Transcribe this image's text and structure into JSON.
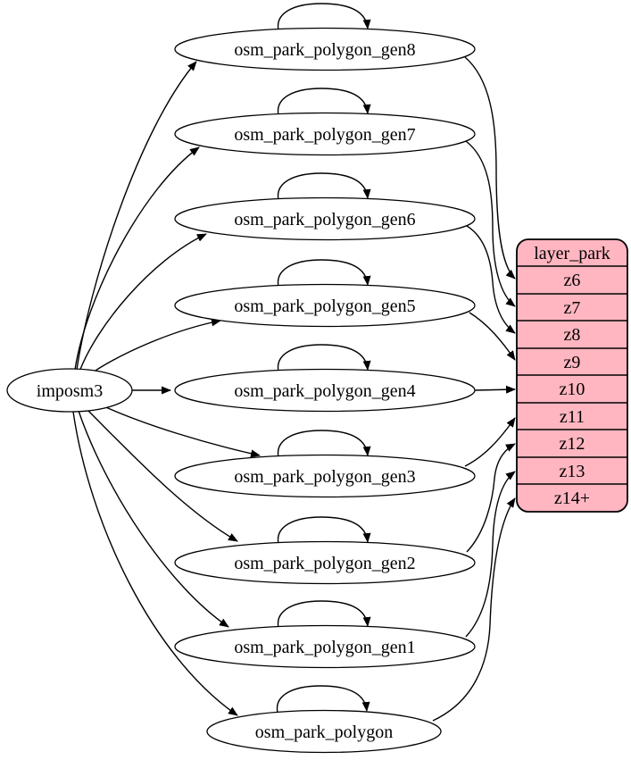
{
  "source": {
    "label": "imposm3"
  },
  "tables": [
    {
      "label": "osm_park_polygon_gen8"
    },
    {
      "label": "osm_park_polygon_gen7"
    },
    {
      "label": "osm_park_polygon_gen6"
    },
    {
      "label": "osm_park_polygon_gen5"
    },
    {
      "label": "osm_park_polygon_gen4"
    },
    {
      "label": "osm_park_polygon_gen3"
    },
    {
      "label": "osm_park_polygon_gen2"
    },
    {
      "label": "osm_park_polygon_gen1"
    },
    {
      "label": "osm_park_polygon"
    }
  ],
  "layer": {
    "title": "layer_park",
    "fill": "#ffb6c1",
    "rows": [
      "z6",
      "z7",
      "z8",
      "z9",
      "z10",
      "z11",
      "z12",
      "z13",
      "z14+"
    ]
  },
  "colors": {
    "edge_stroke": "#000000",
    "node_fill": "#ffffff",
    "table_fill": "#ffb6c1",
    "background": "#ffffff"
  },
  "edges": [
    {
      "from": "imposm3",
      "to": "osm_park_polygon_gen8"
    },
    {
      "from": "imposm3",
      "to": "osm_park_polygon_gen7"
    },
    {
      "from": "imposm3",
      "to": "osm_park_polygon_gen6"
    },
    {
      "from": "imposm3",
      "to": "osm_park_polygon_gen5"
    },
    {
      "from": "imposm3",
      "to": "osm_park_polygon_gen4"
    },
    {
      "from": "imposm3",
      "to": "osm_park_polygon_gen3"
    },
    {
      "from": "imposm3",
      "to": "osm_park_polygon_gen2"
    },
    {
      "from": "imposm3",
      "to": "osm_park_polygon_gen1"
    },
    {
      "from": "imposm3",
      "to": "osm_park_polygon"
    },
    {
      "from": "osm_park_polygon_gen8",
      "to": "osm_park_polygon_gen8",
      "self_loop": true
    },
    {
      "from": "osm_park_polygon_gen7",
      "to": "osm_park_polygon_gen7",
      "self_loop": true
    },
    {
      "from": "osm_park_polygon_gen6",
      "to": "osm_park_polygon_gen6",
      "self_loop": true
    },
    {
      "from": "osm_park_polygon_gen5",
      "to": "osm_park_polygon_gen5",
      "self_loop": true
    },
    {
      "from": "osm_park_polygon_gen4",
      "to": "osm_park_polygon_gen4",
      "self_loop": true
    },
    {
      "from": "osm_park_polygon_gen3",
      "to": "osm_park_polygon_gen3",
      "self_loop": true
    },
    {
      "from": "osm_park_polygon_gen2",
      "to": "osm_park_polygon_gen2",
      "self_loop": true
    },
    {
      "from": "osm_park_polygon_gen1",
      "to": "osm_park_polygon_gen1",
      "self_loop": true
    },
    {
      "from": "osm_park_polygon",
      "to": "osm_park_polygon",
      "self_loop": true
    },
    {
      "from": "osm_park_polygon_gen8",
      "to": "layer_park.z6"
    },
    {
      "from": "osm_park_polygon_gen7",
      "to": "layer_park.z7"
    },
    {
      "from": "osm_park_polygon_gen6",
      "to": "layer_park.z8"
    },
    {
      "from": "osm_park_polygon_gen5",
      "to": "layer_park.z9"
    },
    {
      "from": "osm_park_polygon_gen4",
      "to": "layer_park.z10"
    },
    {
      "from": "osm_park_polygon_gen3",
      "to": "layer_park.z11"
    },
    {
      "from": "osm_park_polygon_gen2",
      "to": "layer_park.z12"
    },
    {
      "from": "osm_park_polygon_gen1",
      "to": "layer_park.z13"
    },
    {
      "from": "osm_park_polygon",
      "to": "layer_park.z14+"
    }
  ]
}
